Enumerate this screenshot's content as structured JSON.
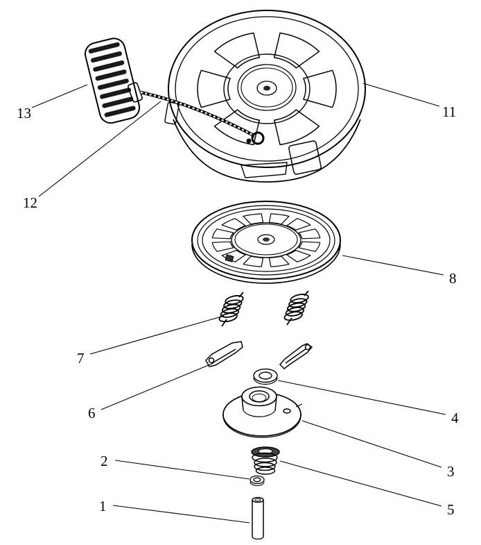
{
  "diagram": {
    "background_color": "#ffffff",
    "line_color": "#000000",
    "callouts": {
      "n1": {
        "label": "1"
      },
      "n2": {
        "label": "2"
      },
      "n3": {
        "label": "3"
      },
      "n4": {
        "label": "4"
      },
      "n5": {
        "label": "5"
      },
      "n6": {
        "label": "6"
      },
      "n7": {
        "label": "7"
      },
      "n8": {
        "label": "8"
      },
      "n11": {
        "label": "11"
      },
      "n12": {
        "label": "12"
      },
      "n13": {
        "label": "13"
      }
    }
  }
}
